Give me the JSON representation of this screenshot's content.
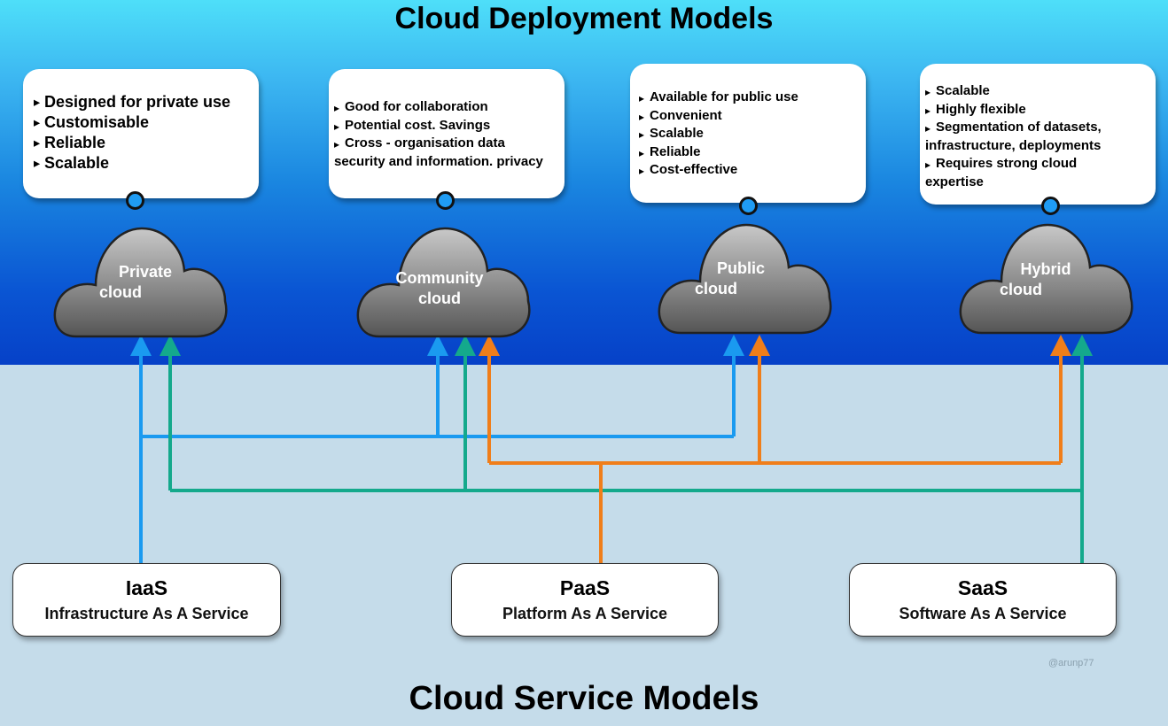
{
  "titles": {
    "deployment": "Cloud Deployment Models",
    "service": "Cloud Service Models"
  },
  "deployment_models": [
    {
      "id": "private",
      "label_line1": "Private",
      "label_line2": "cloud",
      "bullets": [
        "Designed for private use",
        "Customisable",
        "Reliable",
        "Scalable"
      ]
    },
    {
      "id": "community",
      "label_line1": "Community",
      "label_line2": "cloud",
      "bullets": [
        "Good for collaboration",
        "Potential cost. Savings",
        "Cross - organisation data"
      ],
      "continuation": "security and information. privacy"
    },
    {
      "id": "public",
      "label_line1": "Public",
      "label_line2": "cloud",
      "bullets": [
        "Available for public use",
        "Convenient",
        "Scalable",
        "Reliable",
        "Cost-effective"
      ]
    },
    {
      "id": "hybrid",
      "label_line1": "Hybrid",
      "label_line2": "cloud",
      "bullets": [
        "Scalable",
        "Highly flexible",
        "Segmentation of datasets,"
      ],
      "continuation": "infrastructure, deployments",
      "bullets2": [
        "Requires strong cloud"
      ],
      "continuation2": "expertise"
    }
  ],
  "service_models": [
    {
      "id": "iaas",
      "acronym": "IaaS",
      "full": "Infrastructure As A Service",
      "color": "#1a9af0",
      "connects_to": [
        "Private cloud",
        "Community cloud",
        "Public cloud"
      ]
    },
    {
      "id": "paas",
      "acronym": "PaaS",
      "full": "Platform As A Service",
      "color": "#f07e1a",
      "connects_to": [
        "Community cloud",
        "Public cloud",
        "Hybrid cloud"
      ]
    },
    {
      "id": "saas",
      "acronym": "SaaS",
      "full": "Software As A Service",
      "color": "#14a98c",
      "connects_to": [
        "Private cloud",
        "Community cloud",
        "Hybrid cloud"
      ]
    }
  ],
  "credit": "@arunp77",
  "colors": {
    "iaas_line": "#1a9af0",
    "paas_line": "#f07e1a",
    "saas_line": "#14a98c",
    "bubble_dot": "#1f9cf4"
  }
}
